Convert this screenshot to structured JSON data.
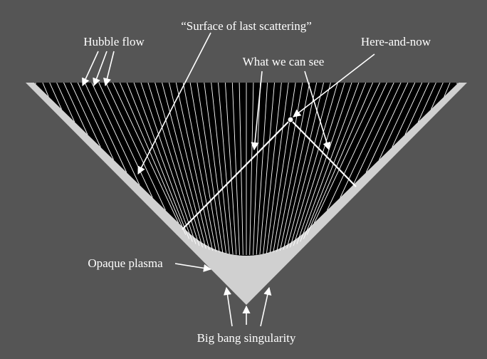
{
  "diagram": {
    "labels": {
      "hubble_flow": "Hubble flow",
      "surface_of_last_scattering": "“Surface of last scattering”",
      "what_we_can_see": "What we can see",
      "here_and_now": "Here-and-now",
      "opaque_plasma": "Opaque plasma",
      "big_bang_singularity": "Big bang singularity"
    },
    "colors": {
      "background": "#555555",
      "cone_interior": "#000000",
      "plasma": "#d0d0d0",
      "world_lines": "#ffffff",
      "annotation": "#ffffff"
    },
    "world_line_count": 61
  }
}
